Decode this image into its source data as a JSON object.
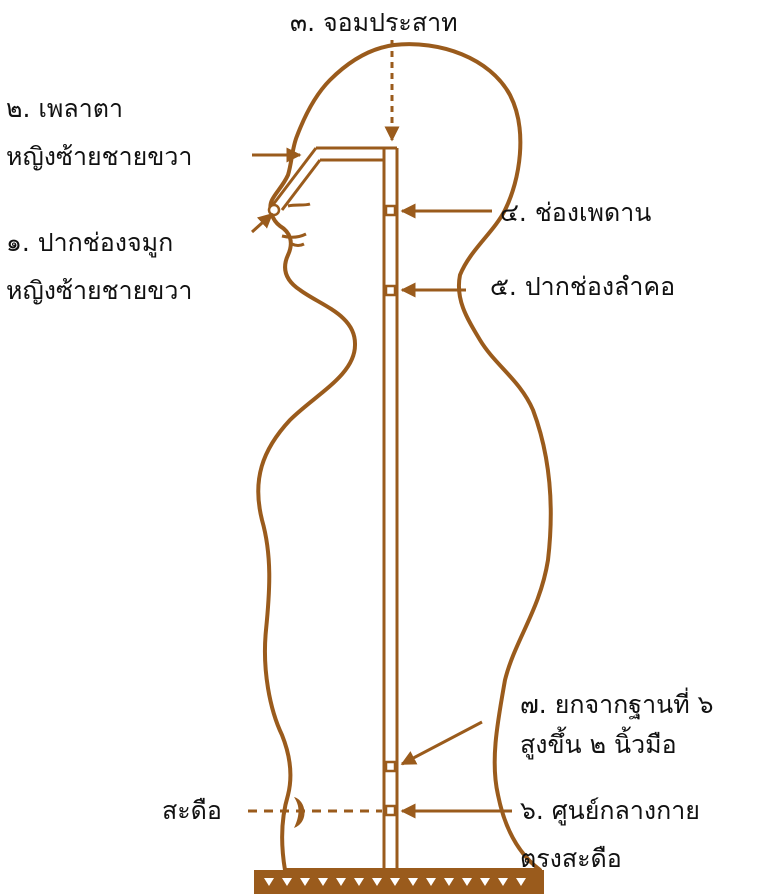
{
  "diagram": {
    "colors": {
      "line": "#9a5b1c",
      "text": "#111111",
      "background": "#ffffff"
    },
    "labels": {
      "point3": "๓. จอมประสาท",
      "point2_line1": "๒. เพลาตา",
      "point2_line2": "หญิงซ้ายชายขวา",
      "point1_line1": "๑. ปากช่องจมูก",
      "point1_line2": "หญิงซ้ายชายขวา",
      "point4": "๔. ช่องเพดาน",
      "point5": "๕. ปากช่องลำคอ",
      "point7_line1": "๗. ยกจากฐานที่ ๖",
      "point7_line2": "สูงขึ้น ๒ นิ้วมือ",
      "navel": "สะดือ",
      "point6_line1": "๖.  ศูนย์กลางกาย",
      "point6_line2": "ตรงสะดือ"
    }
  }
}
